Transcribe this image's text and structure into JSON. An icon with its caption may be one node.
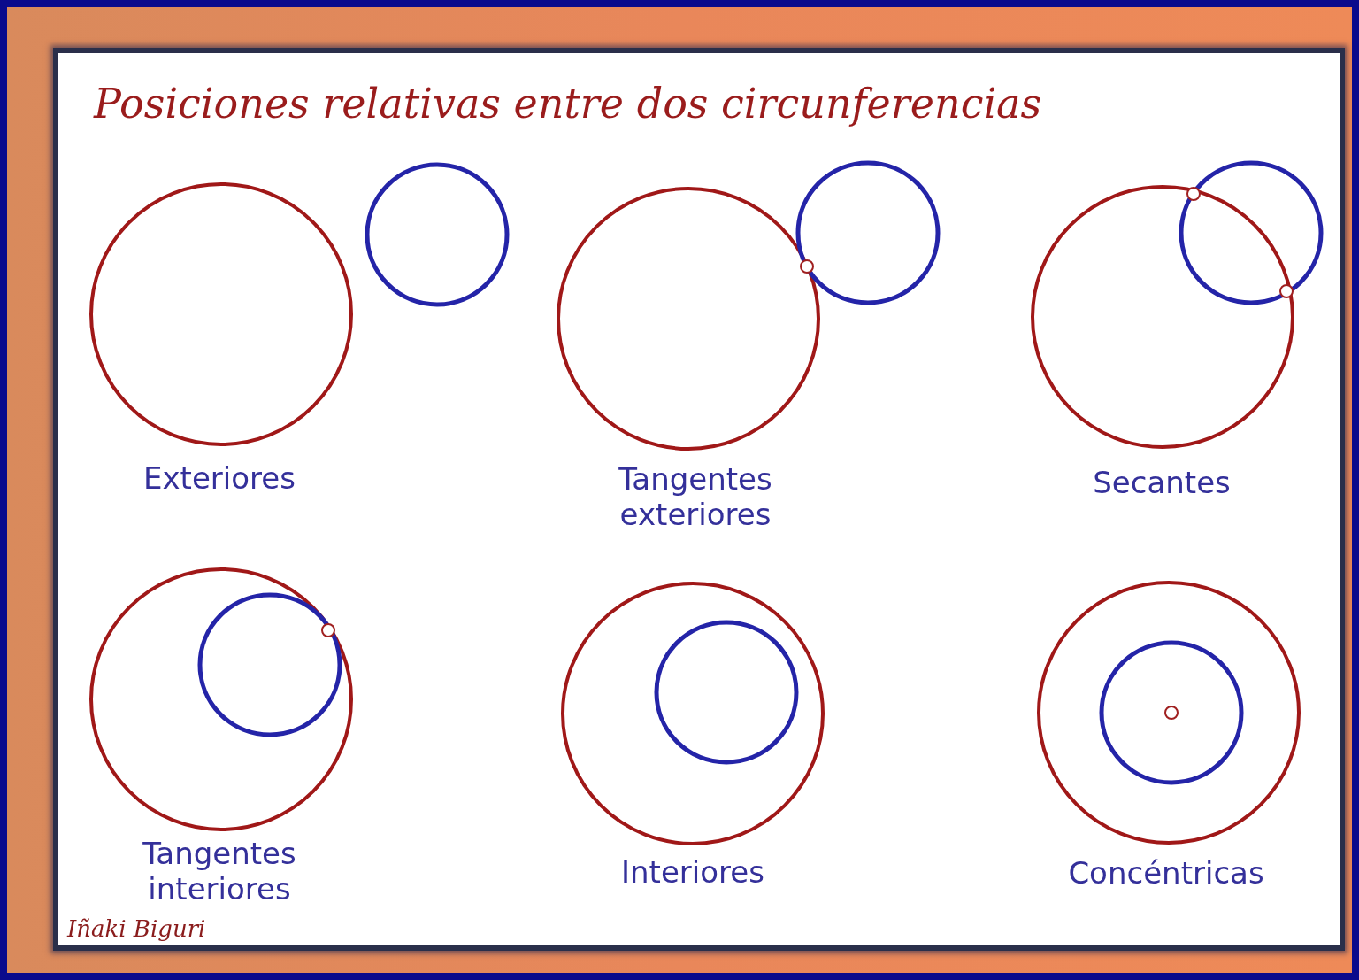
{
  "diagram": {
    "title": "Posiciones relativas entre dos circunferencias",
    "labels": [
      "Exteriores",
      "Tangentes exteriores",
      "Secantes",
      "Tangentes interiores",
      "Interiores",
      "Concéntricas",
      "Iñaki Biguri"
    ]
  }
}
